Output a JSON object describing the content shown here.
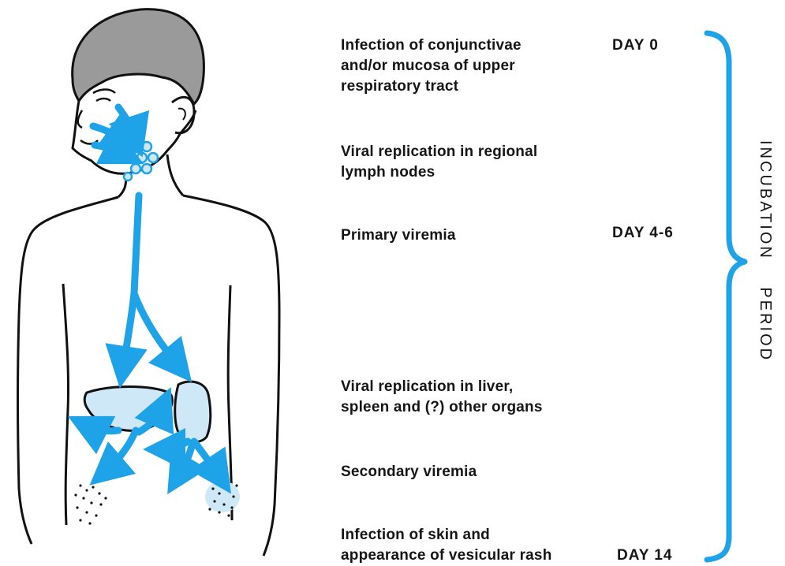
{
  "stages": [
    {
      "text": "Infection of conjunctivae\nand/or mucosa of upper\nrespiratory tract"
    },
    {
      "text": "Viral replication in regional\nlymph nodes"
    },
    {
      "text": "Primary viremia"
    },
    {
      "text": "Viral replication in liver,\nspleen and (?) other organs"
    },
    {
      "text": "Secondary viremia"
    },
    {
      "text": "Infection of skin and\nappearance of vesicular rash"
    }
  ],
  "days": [
    {
      "label": "DAY 0"
    },
    {
      "label": "DAY 4-6"
    },
    {
      "label": "DAY 14"
    }
  ],
  "bracket_label": "INCUBATION PERIOD",
  "colors": {
    "arrow_blue": "#1fa3e8",
    "organ_fill": "#cfe8f8",
    "outline": "#111111",
    "hair": "#9a9a9a"
  }
}
